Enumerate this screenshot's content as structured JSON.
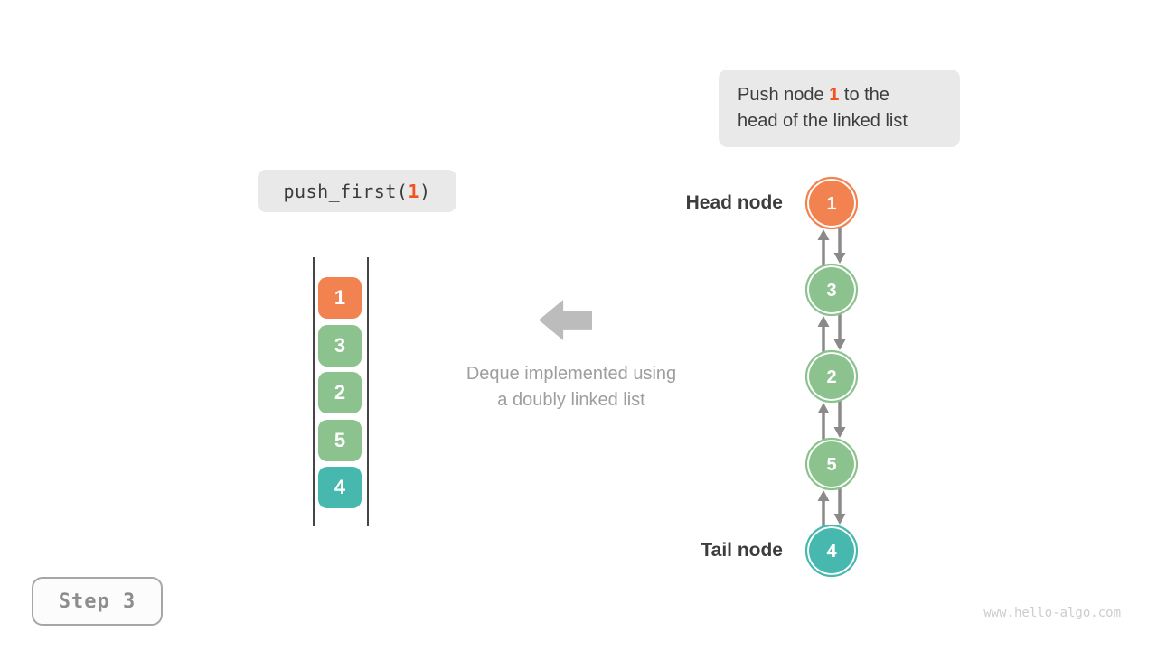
{
  "colors": {
    "orange": "#f28351",
    "green": "#8cc28e",
    "teal": "#47b8ae",
    "highlight": "#f4511e",
    "box_bg": "#e9e9e9",
    "dark_text": "#3d3d3d",
    "code_text": "#3b3b3b",
    "muted_text": "#9e9e9e",
    "big_arrow": "#bcbcbc",
    "link_arrow": "#8a8a8a",
    "stack_line": "#454545",
    "node_text": "#ffffff",
    "step_text": "#8d8d8d",
    "step_border": "#a6a6a6",
    "step_bg": "#fcfcfc",
    "watermark": "#cdcdcd"
  },
  "instruction_box": {
    "line1_pre": "Push node ",
    "line1_highlight": "1",
    "line1_post": " to the",
    "line2": "head of the linked list"
  },
  "code_box": {
    "pre": "push_first(",
    "arg": "1",
    "post": ")"
  },
  "stack": {
    "items": [
      {
        "value": "1",
        "color": "#f28351"
      },
      {
        "value": "3",
        "color": "#8cc28e"
      },
      {
        "value": "2",
        "color": "#8cc28e"
      },
      {
        "value": "5",
        "color": "#8cc28e"
      },
      {
        "value": "4",
        "color": "#47b8ae"
      }
    ]
  },
  "caption": {
    "line1": "Deque implemented using",
    "line2": "a doubly linked list"
  },
  "linked_list": {
    "head_label": "Head node",
    "tail_label": "Tail node",
    "nodes": [
      {
        "value": "1",
        "color": "#f28351"
      },
      {
        "value": "3",
        "color": "#8cc28e"
      },
      {
        "value": "2",
        "color": "#8cc28e"
      },
      {
        "value": "5",
        "color": "#8cc28e"
      },
      {
        "value": "4",
        "color": "#47b8ae"
      }
    ]
  },
  "step_box": {
    "label": "Step 3"
  },
  "watermark": {
    "text": "www.hello-algo.com"
  }
}
